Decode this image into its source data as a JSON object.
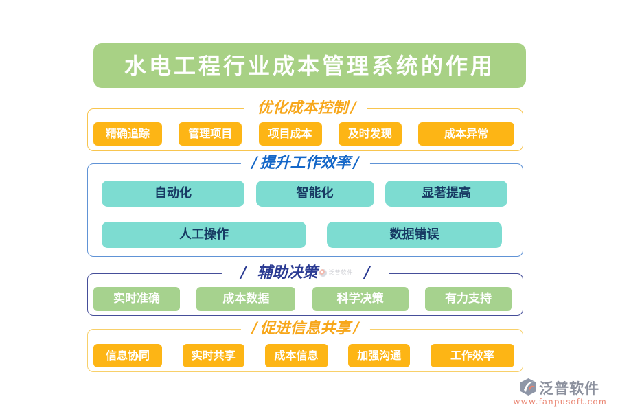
{
  "title": {
    "text": "水电工程行业成本管理系统的作用"
  },
  "palette": {
    "title_green": "#a8d185",
    "orange_chip": "#fdb515",
    "orange_header": "#f7a71b",
    "blue_header": "#1467c8",
    "navy_header": "#2b3b93",
    "teal_chip": "#7ddcd1",
    "teal_text": "#173a63",
    "green_chip": "#a6d28e",
    "brand_gray": "#8b909d",
    "brand_salmon": "#e9826e"
  },
  "sections": [
    {
      "id": "optimize-cost-control",
      "header": {
        "left_slash": "",
        "label": "优化成本控制",
        "right_slash": "/"
      },
      "chips": [
        "精确追踪",
        "管理项目",
        "项目成本",
        "及时发现",
        "成本异常"
      ]
    },
    {
      "id": "improve-efficiency",
      "header": {
        "left_slash": "/",
        "label": "提升工作效率",
        "right_slash": "/"
      },
      "rows": [
        [
          "自动化",
          "智能化",
          "显著提高"
        ],
        [
          "人工操作",
          "数据错误"
        ]
      ]
    },
    {
      "id": "assist-decision",
      "header": {
        "left_slash": "/",
        "label": "辅助决策",
        "right_slash": "/"
      },
      "chips": [
        "实时准确",
        "成本数据",
        "科学决策",
        "有力支持"
      ]
    },
    {
      "id": "promote-info-sharing",
      "header": {
        "left_slash": "/",
        "label": "促进信息共享",
        "right_slash": "/"
      },
      "chips": [
        "信息协同",
        "实时共享",
        "成本信息",
        "加强沟通",
        "工作效率"
      ]
    }
  ],
  "watermark": {
    "text": "泛普软件"
  },
  "footer": {
    "brand": "泛普软件",
    "url": "www.fanpusoft.com"
  }
}
